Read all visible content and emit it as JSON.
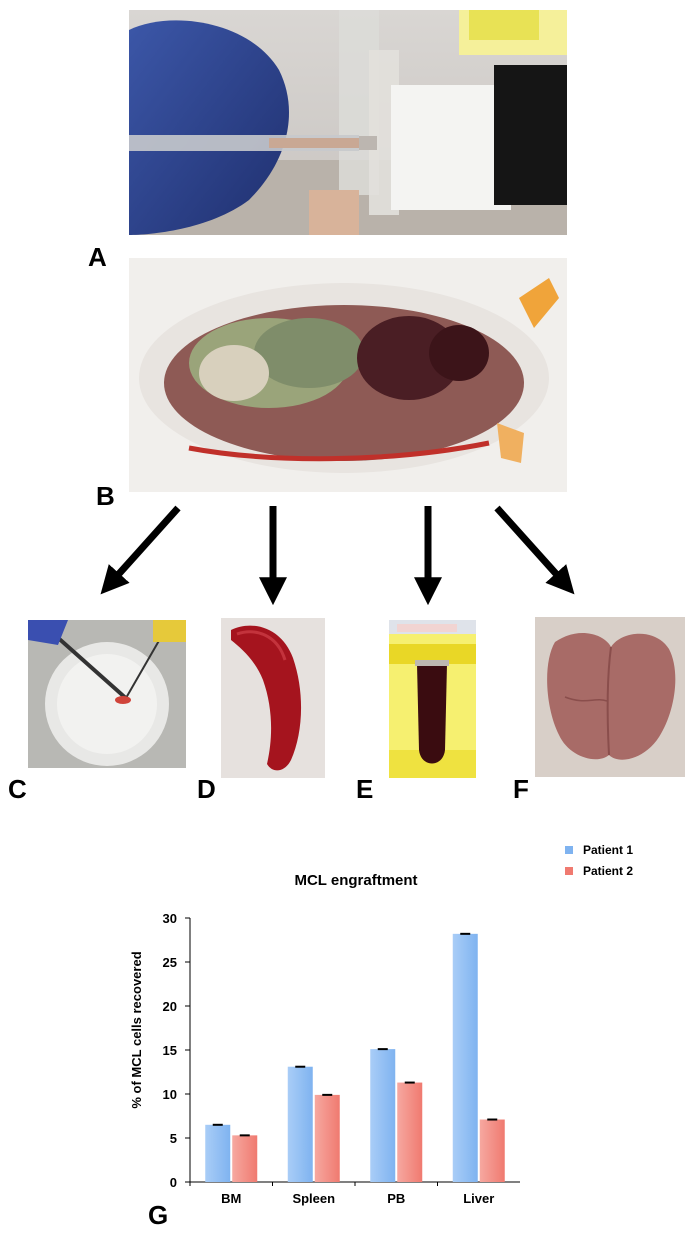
{
  "figure": {
    "panels": [
      {
        "letter": "A",
        "content": "syringe-injection-photo"
      },
      {
        "letter": "B",
        "content": "dissected-mouse-photo"
      },
      {
        "letter": "C",
        "content": "bone-marrow-dish-photo"
      },
      {
        "letter": "D",
        "content": "spleen-photo"
      },
      {
        "letter": "E",
        "content": "blood-tube-photo"
      },
      {
        "letter": "F",
        "content": "liver-photo"
      },
      {
        "letter": "G",
        "content": "bar-chart"
      }
    ]
  },
  "colors": {
    "patient1": "#7fb3f0",
    "patient2": "#f07a70",
    "arrow": "#000000"
  },
  "chart_data": {
    "type": "bar",
    "title": "MCL engraftment",
    "ylabel": "% of MCL cells recovered",
    "xlabel": "",
    "categories": [
      "BM",
      "Spleen",
      "PB",
      "Liver"
    ],
    "series": [
      {
        "name": "Patient 1",
        "values": [
          6.5,
          13.1,
          15.1,
          28.2
        ]
      },
      {
        "name": "Patient 2",
        "values": [
          5.3,
          9.9,
          11.3,
          7.1
        ]
      }
    ],
    "ylim": [
      0,
      30
    ],
    "yticks": [
      "0",
      "5",
      "10",
      "15",
      "20",
      "25",
      "30"
    ],
    "grid": false,
    "legend": "right"
  }
}
